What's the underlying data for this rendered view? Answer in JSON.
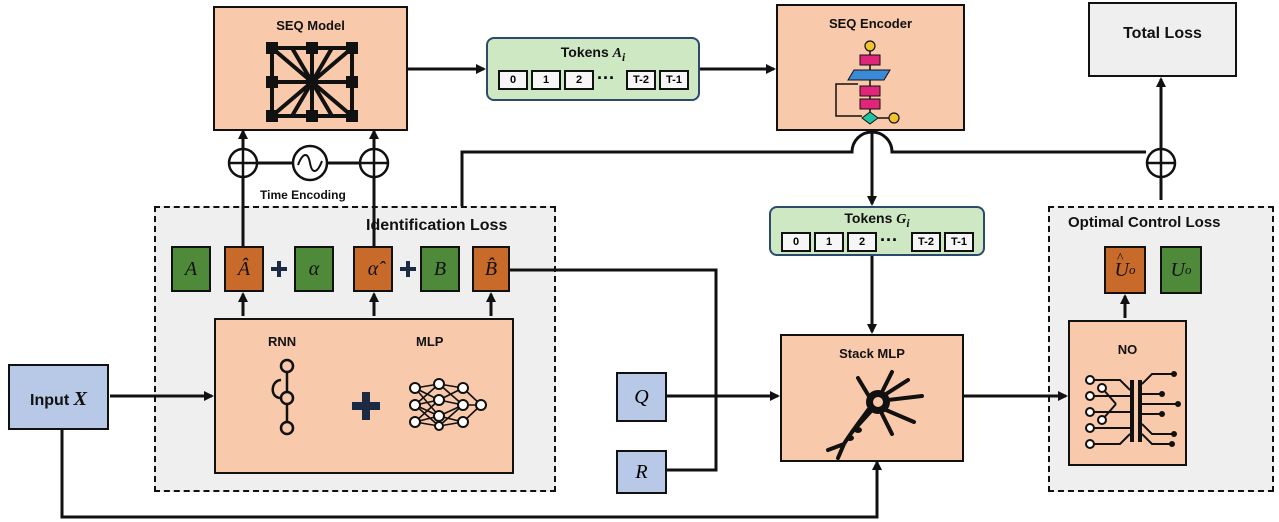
{
  "seq_model": {
    "label": "SEQ Model"
  },
  "tokens_a": {
    "label": "Tokens ",
    "symbol": "A",
    "sub": "i",
    "cells": [
      "0",
      "1",
      "2",
      "T-2",
      "T-1"
    ],
    "ellipsis": "···"
  },
  "seq_encoder": {
    "label": "SEQ Encoder"
  },
  "total_loss": {
    "label": "Total Loss"
  },
  "time_encoding": {
    "label": "Time Encoding"
  },
  "identification_loss": {
    "label": "Identification Loss"
  },
  "param_squares": [
    "A",
    "Â",
    "α",
    "α̂",
    "B",
    "B̂"
  ],
  "rnn": {
    "label": "RNN"
  },
  "mlp": {
    "label": "MLP"
  },
  "input": {
    "label": "Input ",
    "symbol": "X"
  },
  "tokens_g": {
    "label": "Tokens ",
    "symbol": "G",
    "sub": "i",
    "cells": [
      "0",
      "1",
      "2",
      "T-2",
      "T-1"
    ],
    "ellipsis": "···"
  },
  "q_box": {
    "symbol": "Q"
  },
  "r_box": {
    "symbol": "R"
  },
  "stack_mlp": {
    "label": "Stack MLP"
  },
  "optimal_control_loss": {
    "label": "Optimal Control Loss"
  },
  "u_hat": {
    "base": "U",
    "sup": "o"
  },
  "u": {
    "base": "U",
    "sup": "o"
  },
  "no": {
    "label": "NO"
  }
}
